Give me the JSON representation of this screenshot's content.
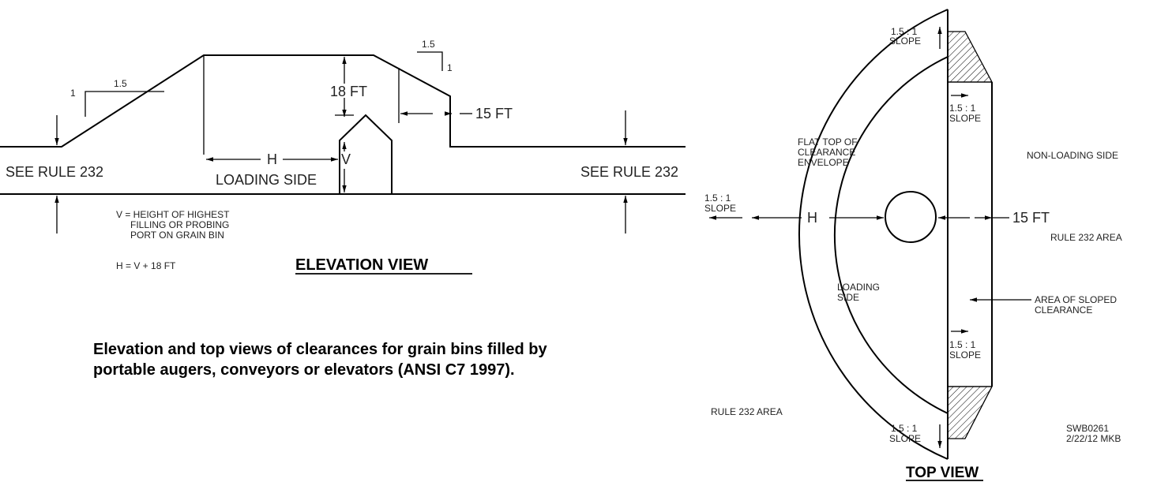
{
  "elevation": {
    "slope_run": "1.5",
    "slope_rise": "1",
    "slope_run_right": "1.5",
    "slope_rise_right": "1",
    "height_label": "18 FT",
    "offset_label": "15 FT",
    "h_label": "H",
    "v_label": "V",
    "loading_side": "LOADING SIDE",
    "see_rule_left": "SEE RULE 232",
    "see_rule_right": "SEE RULE 232",
    "legend": [
      "V = HEIGHT OF HIGHEST",
      "FILLING OR PROBING",
      "PORT ON GRAIN BIN",
      "H = V + 18 FT"
    ],
    "title": "ELEVATION VIEW"
  },
  "caption": "Elevation and top views of clearances for grain bins filled by portable augers, conveyors or elevators (ANSI C7 1997).",
  "top": {
    "slope_ratio": "1.5 : 1",
    "slope_word": "SLOPE",
    "flat_top": [
      "FLAT TOP OF",
      "CLEARANCE",
      "ENVELOPE"
    ],
    "non_loading": "NON-LOADING SIDE",
    "h_label": "H",
    "offset_label": "15 FT",
    "rule_area_right": "RULE 232 AREA",
    "loading": [
      "LOADING",
      "SIDE"
    ],
    "sloped_area": [
      "AREA OF SLOPED",
      "CLEARANCE"
    ],
    "rule_area_left": "RULE 232 AREA",
    "drawing_id": "SWB0261",
    "drawing_date": "2/22/12 MKB",
    "title": "TOP VIEW"
  }
}
